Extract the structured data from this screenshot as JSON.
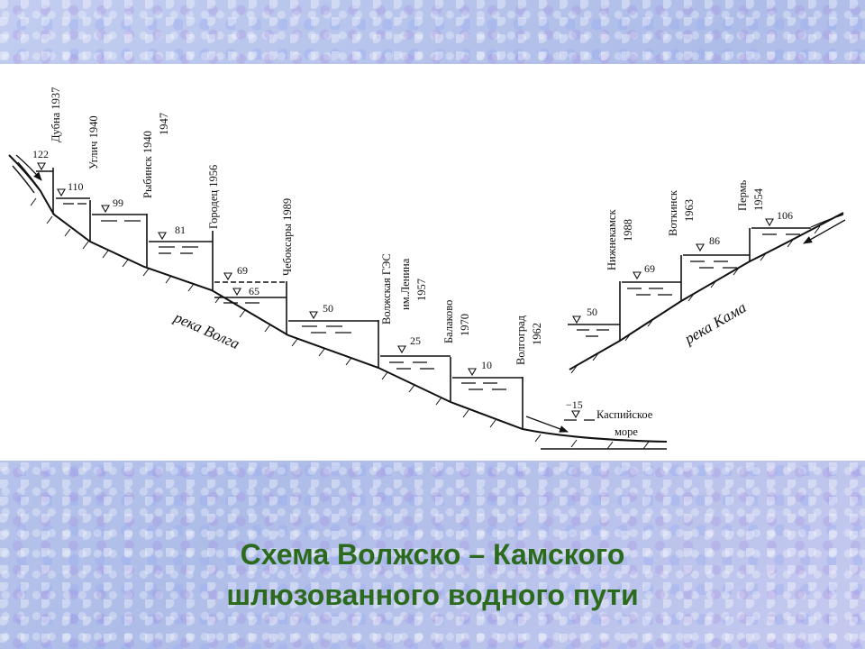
{
  "title": {
    "line1": "Схема Волжско – Камского",
    "line2": "шлюзованного водного пути"
  },
  "rivers": {
    "volga": "река Волга",
    "kama": "река Кама",
    "sea_line1": "Каспийское",
    "sea_line2": "море"
  },
  "volga_dams": [
    {
      "name": "Дубна 1937",
      "year2": ""
    },
    {
      "name": "Углич 1940",
      "year2": ""
    },
    {
      "name": "Рыбинск 1940",
      "year2": "1947"
    },
    {
      "name": "Городец 1956",
      "year2": ""
    },
    {
      "name": "Чебоксары 1989",
      "year2": ""
    },
    {
      "name": "Волжская ГЭС",
      "name2": "им.Ленина",
      "year2": "1957"
    },
    {
      "name": "Балаково",
      "year2": "1970"
    },
    {
      "name": "Волгоград",
      "year2": "1962"
    }
  ],
  "kama_dams": [
    {
      "name": "Нижнекамск",
      "year2": "1988"
    },
    {
      "name": "Воткинск",
      "year2": "1963"
    },
    {
      "name": "Пермь",
      "year2": "1954"
    }
  ],
  "volga_levels": [
    "122",
    "110",
    "99",
    "81",
    "69",
    "65",
    "50",
    "25",
    "10",
    "−15"
  ],
  "kama_levels": [
    "50",
    "69",
    "86",
    "106"
  ]
}
